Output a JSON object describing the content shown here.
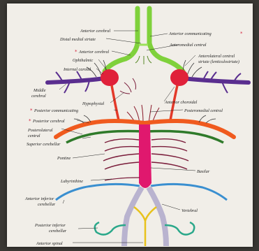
{
  "labels": {
    "anterior_cerebral_top": "Anterior cerebral",
    "anterior_communicating": "Anterior communicating",
    "distal_medial_striate": "Distal medial striate",
    "anteromedial_central": "Anteromedial central",
    "anterior_cerebral": "Anterior cerebral",
    "anterolateral_central_1": "Anterolateral central",
    "anterolateral_central_2": "striate (lenticulostriate)",
    "ophthalmic": "Ophthalmic",
    "internal_carotid": "Internal carotid",
    "middle_cerebral_1": "Middle",
    "middle_cerebral_2": "cerebral",
    "hypophysial": "Hypophysial",
    "anterior_choroidal": "Anterior choroidal",
    "posterior_communicating": "Posterior communicating",
    "posteromedial_central": "Posteromedial central",
    "posterior_cerebral": "Posterior cerebral",
    "posterolateral_central_1": "Posterolateral",
    "posterolateral_central_2": "central",
    "superior_cerebellar": "Superior cerebellar",
    "pontine": "Pontine",
    "basilar": "Basilar",
    "labyrinthine": "Labyrinthine",
    "anterior_inferior_cerebellar_1": "Anterior inferior",
    "anterior_inferior_cerebellar_2": "cerebellar",
    "vertebral": "Vertebral",
    "posterior_inferior_cerebellar_1": "Posterior inferior",
    "posterior_inferior_cerebellar_2": "cerebellar",
    "anterior_spinal": "Anterior spinal"
  },
  "marker_symbol": "*",
  "colors": {
    "anterior_cerebral": "#7fd13b",
    "internal_carotid": "#e0213a",
    "middle_cerebral": "#5a2e8f",
    "posterior_cerebral": "#f05a1e",
    "superior_cerebellar": "#2f7a2a",
    "basilar": "#e0186e",
    "pontine_branches": "#7a1c3a",
    "aica": "#3a8fd0",
    "vertebral": "#b9b3cf",
    "anterior_spinal": "#e8c21c",
    "pica": "#2aa88a",
    "marker": "#d4213a"
  }
}
